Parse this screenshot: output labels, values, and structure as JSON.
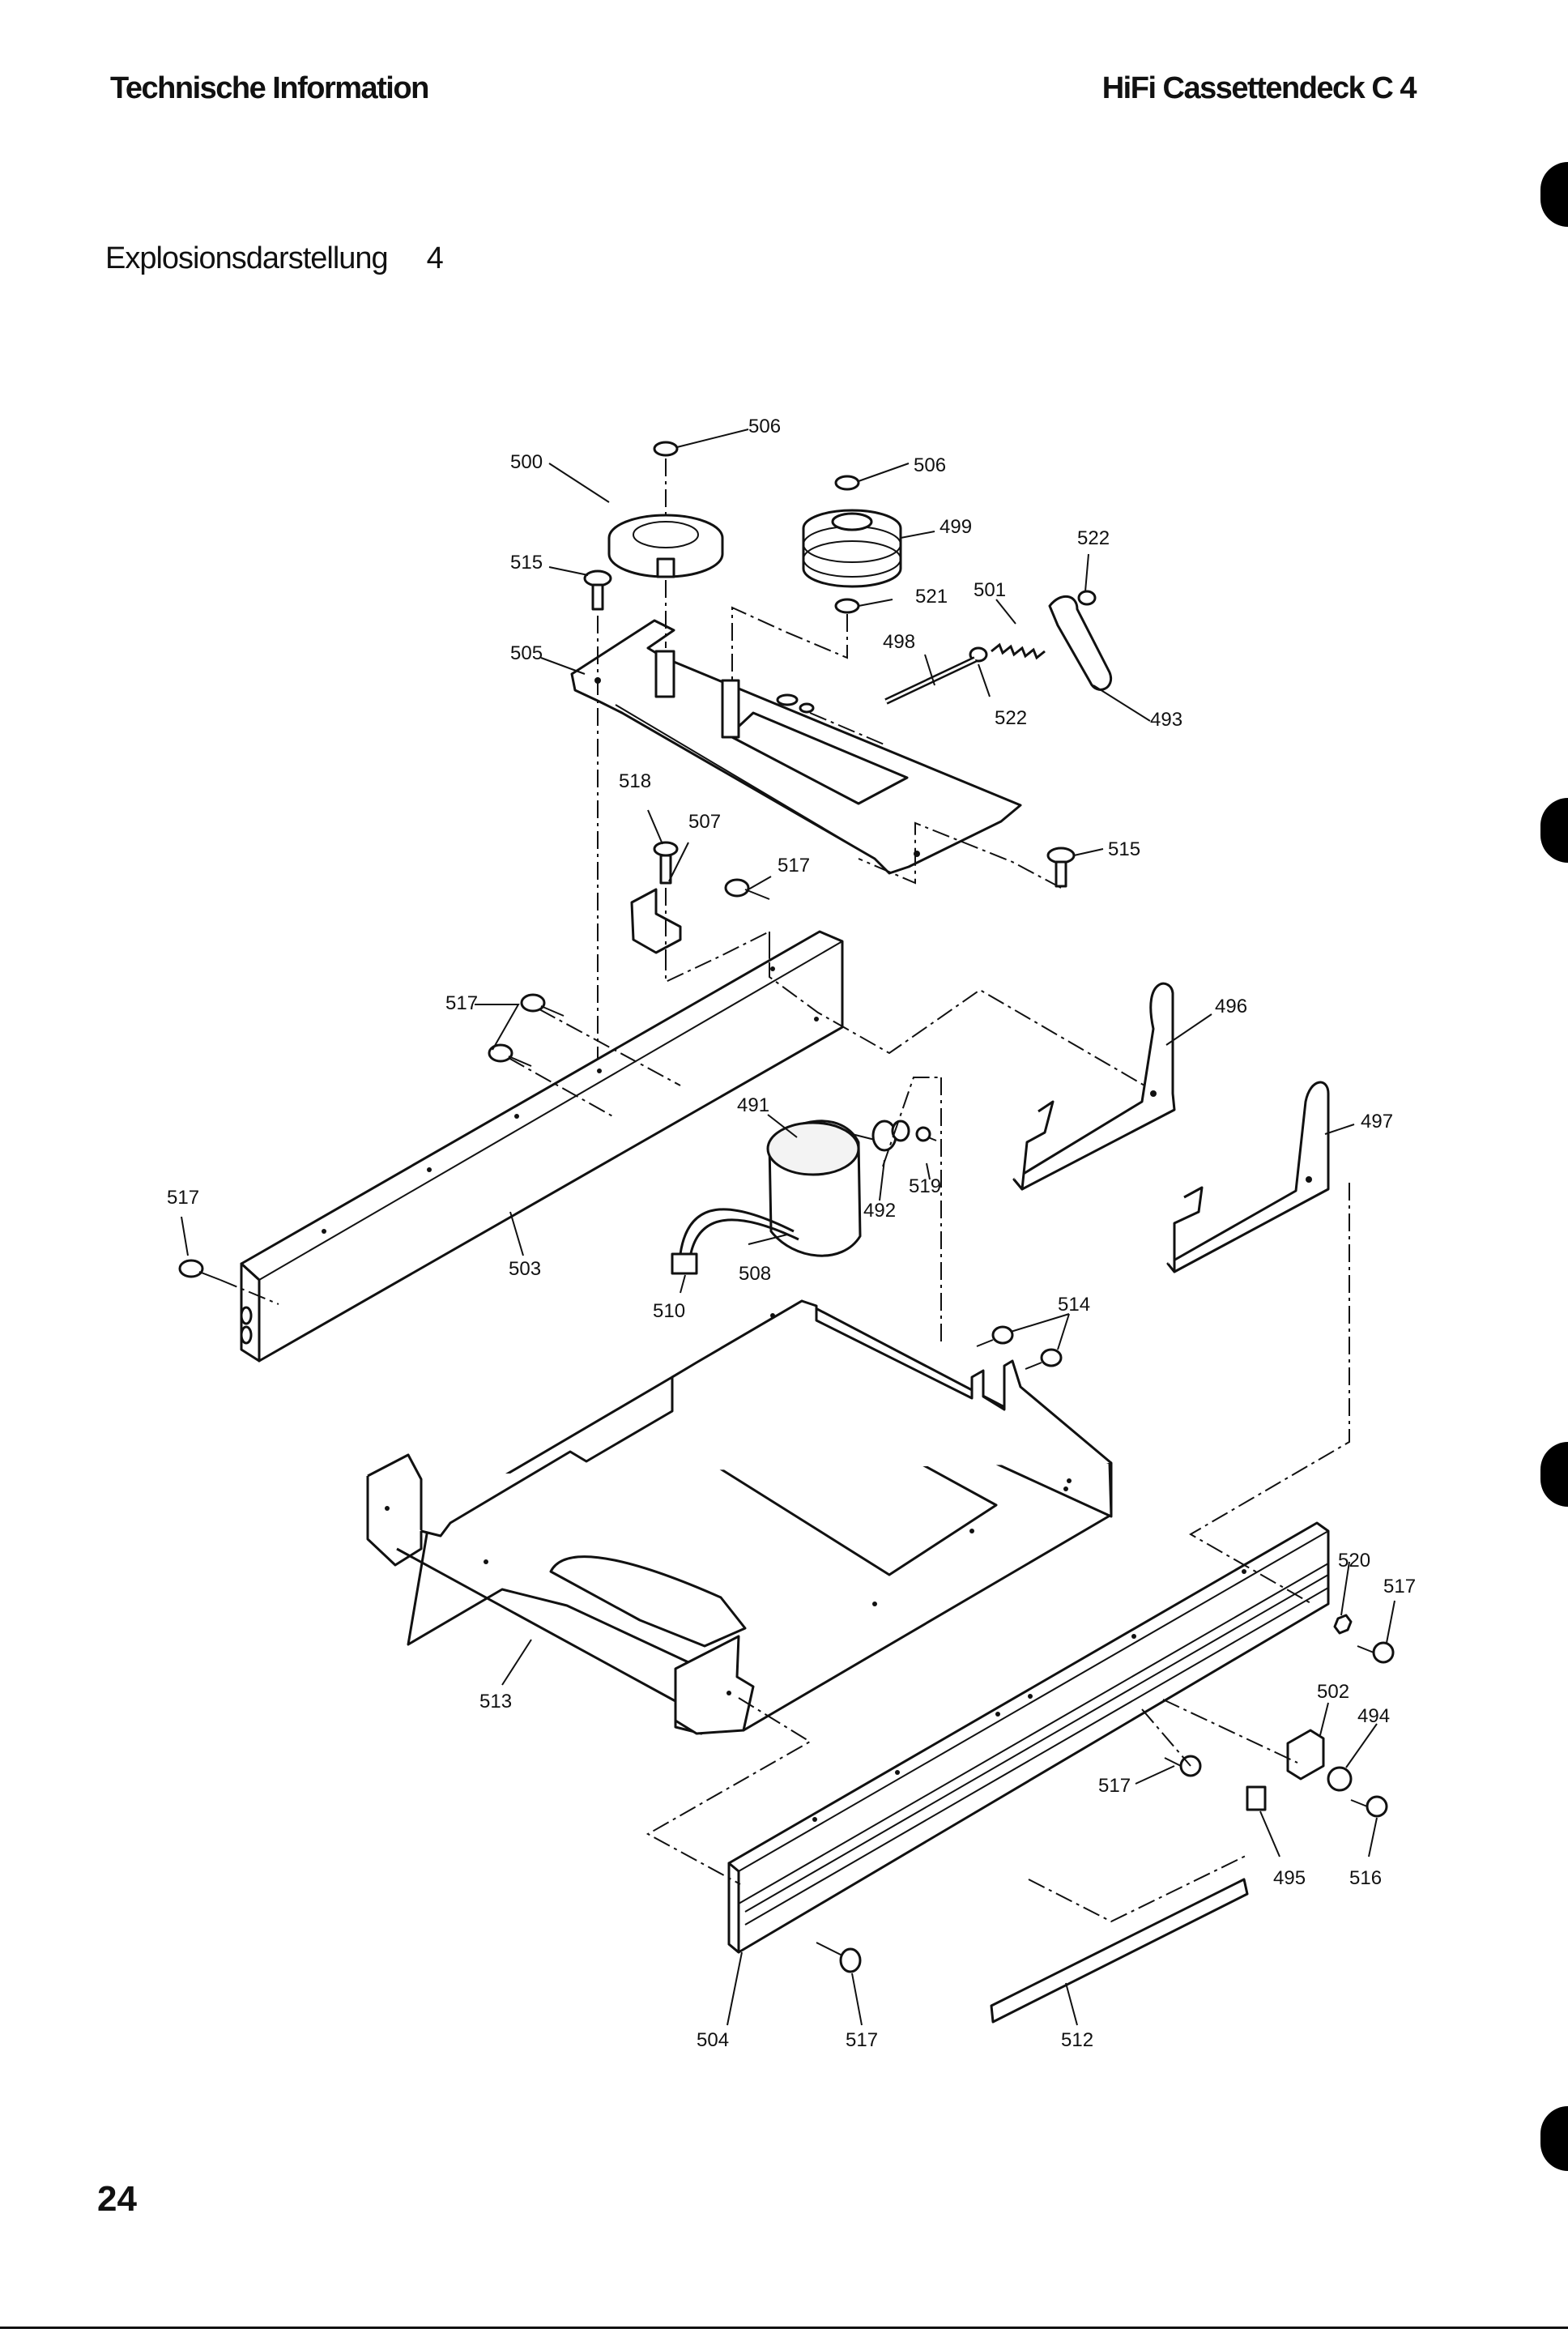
{
  "header": {
    "left_title": "Technische Information",
    "right_title": "HiFi Cassettendeck C 4"
  },
  "section": {
    "title": "Explosionsdarstellung",
    "number": "4"
  },
  "page_number": "24",
  "part_labels": {
    "p500": "500",
    "p506a": "506",
    "p506b": "506",
    "p499": "499",
    "p522a": "522",
    "p515a": "515",
    "p521": "521",
    "p501": "501",
    "p505": "505",
    "p498": "498",
    "p522b": "522",
    "p493": "493",
    "p518": "518",
    "p507": "507",
    "p515b": "515",
    "p517a": "517",
    "p517b": "517",
    "p496": "496",
    "p491": "491",
    "p497": "497",
    "p519": "519",
    "p492": "492",
    "p517c": "517",
    "p503": "503",
    "p508": "508",
    "p510": "510",
    "p514": "514",
    "p520": "520",
    "p517d": "517",
    "p513": "513",
    "p502": "502",
    "p494": "494",
    "p517e": "517",
    "p495": "495",
    "p516": "516",
    "p504": "504",
    "p517f": "517",
    "p512": "512"
  }
}
